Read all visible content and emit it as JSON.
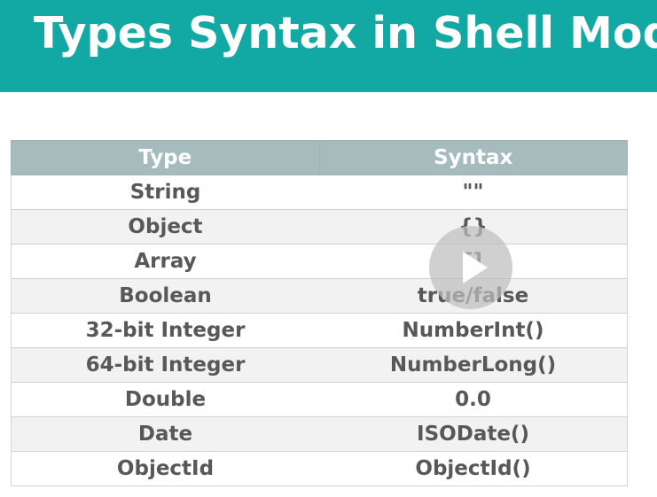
{
  "slide": {
    "title": "Types Syntax in Shell Mod"
  },
  "table": {
    "headers": {
      "type": "Type",
      "syntax": "Syntax"
    },
    "rows": [
      {
        "type": "String",
        "syntax": "\"\""
      },
      {
        "type": "Object",
        "syntax": "{}"
      },
      {
        "type": "Array",
        "syntax": "[]"
      },
      {
        "type": "Boolean",
        "syntax": "true/false"
      },
      {
        "type": "32-bit Integer",
        "syntax": "NumberInt()"
      },
      {
        "type": "64-bit Integer",
        "syntax": "NumberLong()"
      },
      {
        "type": "Double",
        "syntax": "0.0"
      },
      {
        "type": "Date",
        "syntax": "ISODate()"
      },
      {
        "type": "ObjectId",
        "syntax": "ObjectId()"
      }
    ]
  },
  "player": {
    "play_icon": "play-icon"
  },
  "colors": {
    "banner": "#12a8a4",
    "header_row": "#a6bcbc",
    "cell_text": "#585858",
    "stripe": "#f2f2f2"
  }
}
